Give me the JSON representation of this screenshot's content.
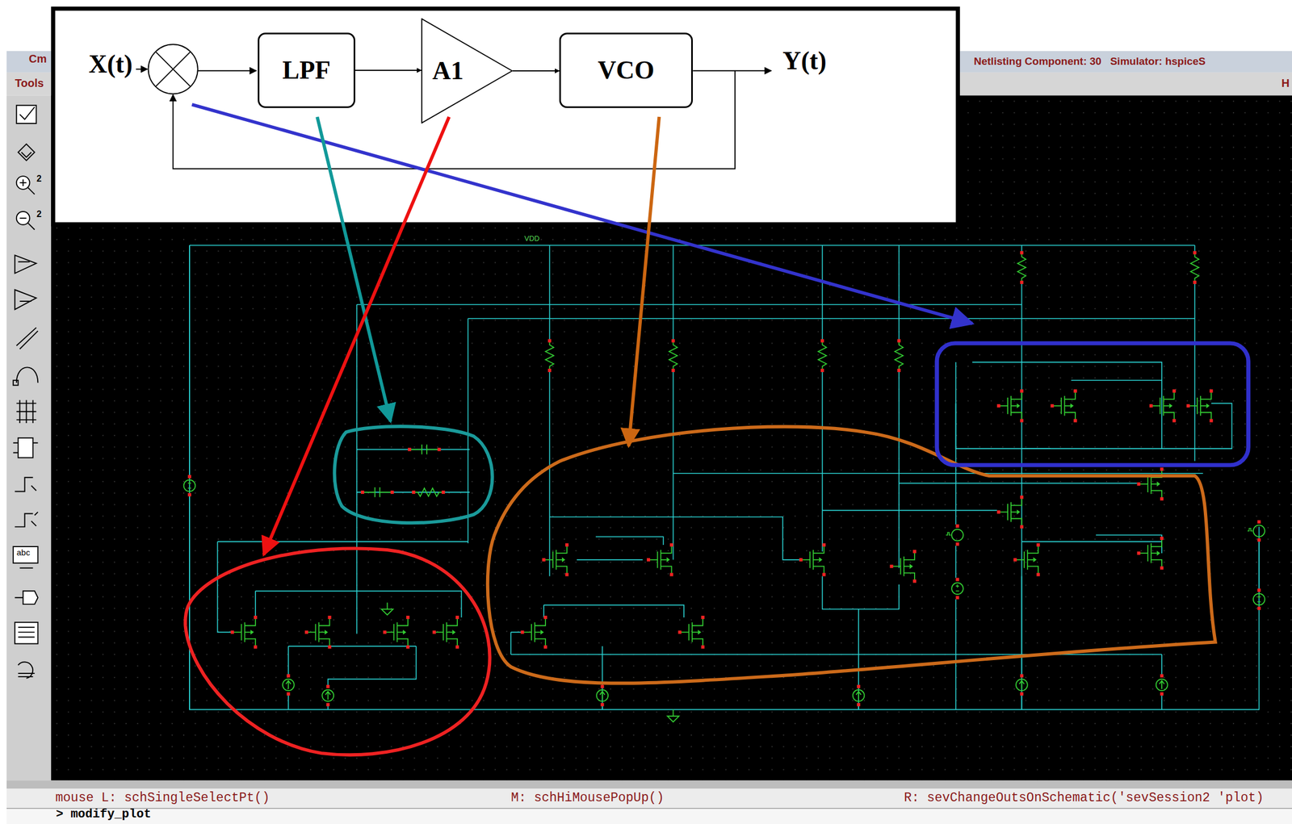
{
  "diagram": {
    "nodes": [
      {
        "text": [
          "LPF"
        ]
      },
      {
        "text": [
          "A1"
        ]
      },
      {
        "text": [
          "VCO"
        ]
      }
    ],
    "edges": [
      {
        "from": 0,
        "to": 1,
        "arrow": "to"
      },
      {
        "from": 1,
        "to": 2,
        "arrow": "to"
      }
    ],
    "labels": [
      "X(t)",
      "Y(t)",
      "Cm",
      "Tools",
      "Netlisting Component: 30   Simulator: hspiceS",
      "H",
      "2",
      "2",
      "abc",
      "VDD",
      "mouse L: schSingleSelectPt()",
      "M: schHiMousePopUp()",
      "R: sevChangeOutsOnSchematic('sevSession2 'plot)",
      "> modify_plot"
    ]
  }
}
